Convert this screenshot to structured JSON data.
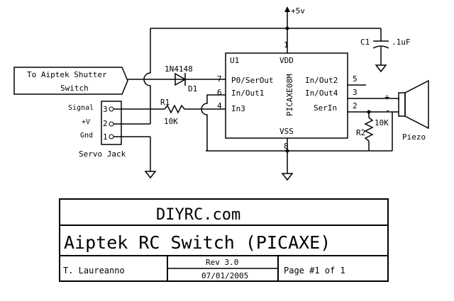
{
  "schematic": {
    "supply_label": "+5v",
    "ic": {
      "ref": "U1",
      "part": "PICAXE08M",
      "vdd": "VDD",
      "vss": "VSS",
      "pins": [
        {
          "num": "1",
          "name": "VDD"
        },
        {
          "num": "7",
          "name": "P0/SerOut"
        },
        {
          "num": "6",
          "name": "In/Out1"
        },
        {
          "num": "4",
          "name": "In3"
        },
        {
          "num": "5",
          "name": "In/Out2"
        },
        {
          "num": "3",
          "name": "In/Out4"
        },
        {
          "num": "2",
          "name": "SerIn"
        },
        {
          "num": "8",
          "name": "VSS"
        }
      ]
    },
    "capacitor": {
      "ref": "C1",
      "value": ".1uF"
    },
    "diode": {
      "part": "1N4148",
      "ref": "D1"
    },
    "r1": {
      "ref": "R1",
      "value": "10K"
    },
    "r2": {
      "ref": "R2",
      "value": "10K"
    },
    "shutter_label_line1": "To Aiptek Shutter",
    "shutter_label_line2": "Switch",
    "servo_jack": {
      "title": "Servo Jack",
      "pins": [
        {
          "label": "Signal",
          "num": "3"
        },
        {
          "label": "+V",
          "num": "2"
        },
        {
          "label": "Gnd",
          "num": "1"
        }
      ]
    },
    "piezo": {
      "label": "Piezo",
      "plus": "+",
      "minus": "-"
    }
  },
  "title_block": {
    "site": "DIYRC.com",
    "title": "Aiptek RC Switch (PICAXE)",
    "author": "T. Laureanno",
    "rev": "Rev 3.0",
    "date": "07/01/2005",
    "page": "Page #1 of 1"
  }
}
